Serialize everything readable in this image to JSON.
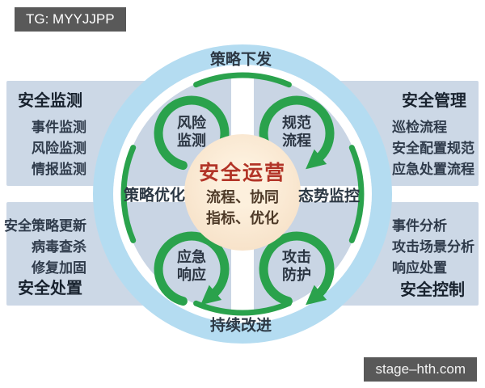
{
  "watermarks": {
    "top_left": "TG: MYYJJPP",
    "bottom_right": "stage–hth.com"
  },
  "colors": {
    "arrow_green": "#2aa24c",
    "outer_ring_blue": "#b4dcf1",
    "panel_blue_gray": "#ccd8e6",
    "center_peach": "#f6e0c6",
    "center_title_red": "#b23427",
    "text_dark": "#2e3b4a",
    "badge_gray": "#595959"
  },
  "center": {
    "title": "安全运营",
    "line1": "流程、协同",
    "line2": "指标、优化"
  },
  "ring_labels": {
    "top": "策略下发",
    "right": "态势监控",
    "bottom": "持续改进",
    "left": "策略优化"
  },
  "cycle_nodes": {
    "top_left": {
      "line1": "风险",
      "line2": "监测"
    },
    "top_right": {
      "line1": "规范",
      "line2": "流程"
    },
    "bottom_left": {
      "line1": "应急",
      "line2": "响应"
    },
    "bottom_right": {
      "line1": "攻击",
      "line2": "防护"
    }
  },
  "quadrants": {
    "top_left": {
      "title": "安全监测",
      "items": [
        "事件监测",
        "风险监测",
        "情报监测"
      ]
    },
    "top_right": {
      "title": "安全管理",
      "items": [
        "巡检流程",
        "安全配置规范",
        "应急处置流程"
      ]
    },
    "bottom_left": {
      "title": "安全处置",
      "items": [
        "安全策略更新",
        "病毒查杀",
        "修复加固"
      ]
    },
    "bottom_right": {
      "title": "安全控制",
      "items": [
        "事件分析",
        "攻击场景分析",
        "响应处置"
      ]
    }
  }
}
